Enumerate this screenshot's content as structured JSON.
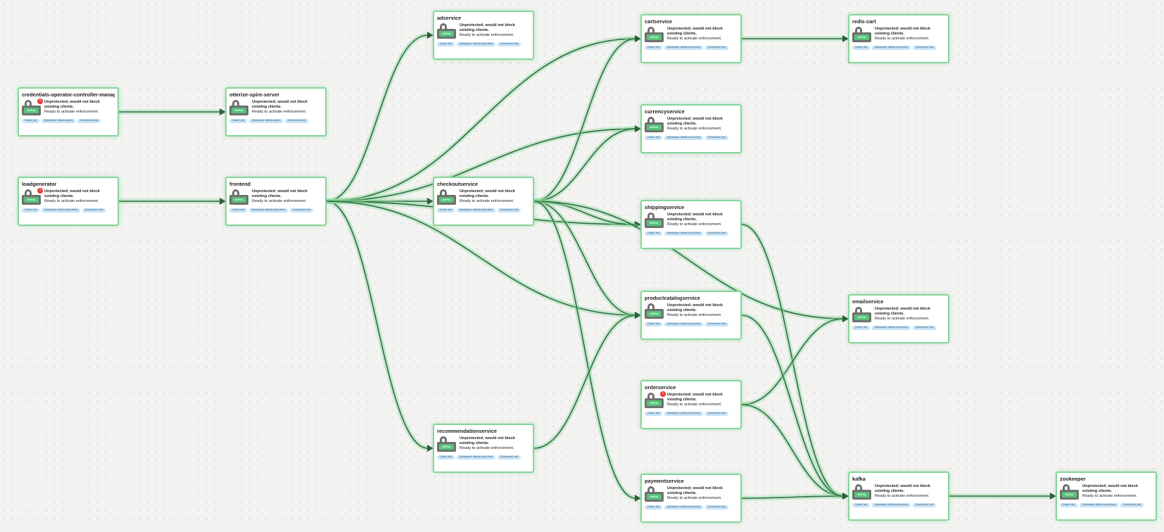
{
  "colors": {
    "edge": "#2f6b43",
    "edge_glow": "#8fdc9e",
    "node_border": "#86d59a",
    "tag_bg": "#c6e2f7",
    "badge": "#e53935",
    "lock_tag": "#56c37a"
  },
  "icons": {
    "lock": "lock-open-icon",
    "badge": "alert-badge-icon"
  },
  "common": {
    "status_main": "Unprotected; would not block existing clients.",
    "status_sub": "Ready to activate enforcement.",
    "lock_tag": "NetPols",
    "badge_text": "!"
  },
  "nodes": [
    {
      "id": "credentials-operator-controller-manager",
      "title": "credentials-operator-controller-manager",
      "badge": true,
      "tags": [
        "Cluster: test",
        "Namespace: otterize-system",
        "Environment: test"
      ]
    },
    {
      "id": "otterize-spire-server",
      "title": "otterize-spire-server",
      "badge": false,
      "tags": [
        "Cluster: test",
        "Namespace: otterize-system",
        "Environment: test"
      ]
    },
    {
      "id": "loadgenerator",
      "title": "loadgenerator",
      "badge": true,
      "tags": [
        "Cluster: test",
        "Namespace: otterize-ecom-demo",
        "Environment: test"
      ]
    },
    {
      "id": "frontend",
      "title": "frontend",
      "badge": false,
      "tags": [
        "Cluster: test",
        "Namespace: otterize-ecom-demo",
        "Environment: test"
      ]
    },
    {
      "id": "adservice",
      "title": "adservice",
      "badge": false,
      "tags": [
        "Cluster: test",
        "Namespace: otterize-ecom-demo",
        "Environment: test"
      ]
    },
    {
      "id": "checkoutservice",
      "title": "checkoutservice",
      "badge": false,
      "tags": [
        "Cluster: test",
        "Namespace: otterize-ecom-demo",
        "Environment: test"
      ]
    },
    {
      "id": "recommendationservice",
      "title": "recommendationservice",
      "badge": false,
      "tags": [
        "Cluster: test",
        "Namespace: otterize-ecom-demo",
        "Environment: test"
      ]
    },
    {
      "id": "cartservice",
      "title": "cartservice",
      "badge": false,
      "tags": [
        "Cluster: test",
        "Namespace: otterize-ecom-demo",
        "Environment: test"
      ]
    },
    {
      "id": "currencyservice",
      "title": "currencyservice",
      "badge": false,
      "tags": [
        "Cluster: test",
        "Namespace: otterize-ecom-demo",
        "Environment: test"
      ]
    },
    {
      "id": "shippingservice",
      "title": "shippingservice",
      "badge": false,
      "tags": [
        "Cluster: test",
        "Namespace: otterize-ecom-demo",
        "Environment: test"
      ]
    },
    {
      "id": "productcatalogservice",
      "title": "productcatalogservice",
      "badge": false,
      "tags": [
        "Cluster: test",
        "Namespace: otterize-ecom-demo",
        "Environment: test"
      ]
    },
    {
      "id": "orderservice",
      "title": "orderservice",
      "badge": true,
      "tags": [
        "Cluster: test",
        "Namespace: otterize-ecom-demo",
        "Environment: test"
      ]
    },
    {
      "id": "paymentservice",
      "title": "paymentservice",
      "badge": false,
      "tags": [
        "Cluster: test",
        "Namespace: otterize-ecom-demo",
        "Environment: test"
      ]
    },
    {
      "id": "redis-cart",
      "title": "redis-cart",
      "badge": false,
      "tags": [
        "Cluster: test",
        "Namespace: otterize-ecom-demo",
        "Environment: test"
      ]
    },
    {
      "id": "emailservice",
      "title": "emailservice",
      "badge": false,
      "tags": [
        "Cluster: test",
        "Namespace: otterize-ecom-demo",
        "Environment: test"
      ]
    },
    {
      "id": "kafka",
      "title": "kafka",
      "badge": false,
      "tags": [
        "Cluster: test",
        "Namespace: otterize-ecom-demo",
        "Environment: test"
      ]
    },
    {
      "id": "zookeeper",
      "title": "zookeeper",
      "badge": false,
      "tags": [
        "Cluster: test",
        "Namespace: otterize-ecom-demo",
        "Environment: test"
      ]
    }
  ],
  "edges": [
    [
      "credentials-operator-controller-manager",
      "otterize-spire-server"
    ],
    [
      "loadgenerator",
      "frontend"
    ],
    [
      "frontend",
      "adservice"
    ],
    [
      "frontend",
      "checkoutservice"
    ],
    [
      "frontend",
      "recommendationservice"
    ],
    [
      "frontend",
      "cartservice"
    ],
    [
      "frontend",
      "currencyservice"
    ],
    [
      "frontend",
      "shippingservice"
    ],
    [
      "frontend",
      "productcatalogservice"
    ],
    [
      "checkoutservice",
      "cartservice"
    ],
    [
      "checkoutservice",
      "currencyservice"
    ],
    [
      "checkoutservice",
      "shippingservice"
    ],
    [
      "checkoutservice",
      "productcatalogservice"
    ],
    [
      "checkoutservice",
      "emailservice"
    ],
    [
      "checkoutservice",
      "paymentservice"
    ],
    [
      "recommendationservice",
      "productcatalogservice"
    ],
    [
      "cartservice",
      "redis-cart"
    ],
    [
      "shippingservice",
      "kafka"
    ],
    [
      "orderservice",
      "emailservice"
    ],
    [
      "orderservice",
      "kafka"
    ],
    [
      "paymentservice",
      "kafka"
    ],
    [
      "productcatalogservice",
      "kafka"
    ],
    [
      "kafka",
      "zookeeper"
    ]
  ]
}
